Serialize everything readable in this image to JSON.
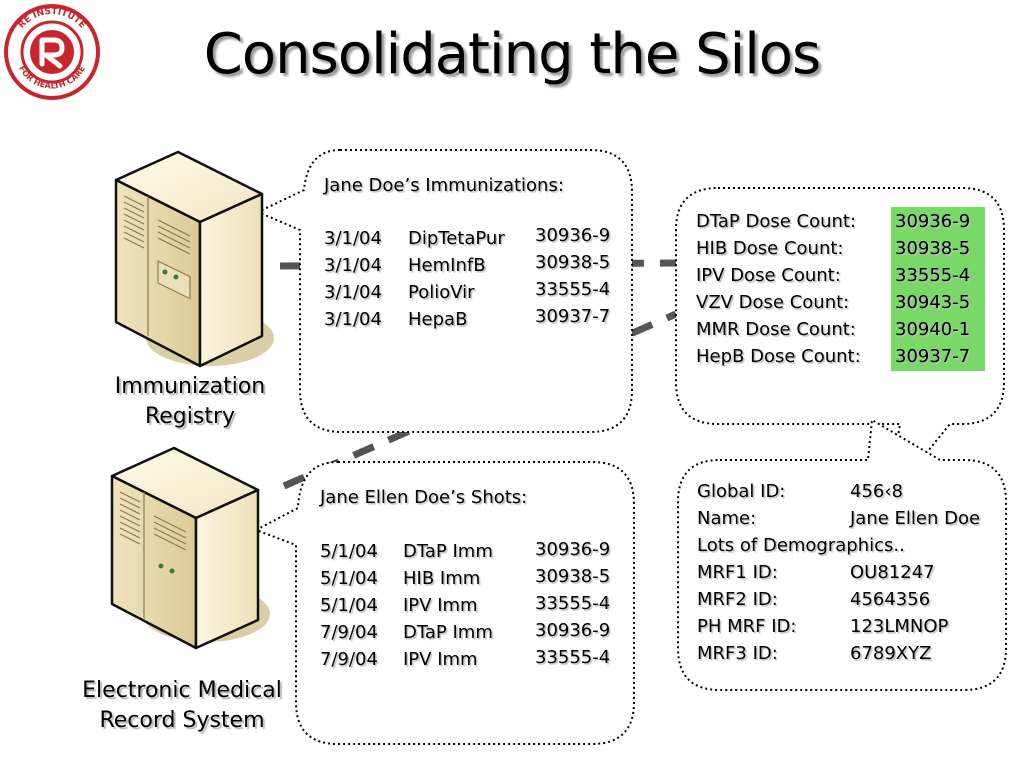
{
  "title": "Consolidating the Silos",
  "servers": [
    {
      "label_line1": "Immunization",
      "label_line2": "Registry"
    },
    {
      "label_line1": "Electronic Medical",
      "label_line2": "Record System"
    }
  ],
  "registry_box": {
    "heading": "Jane Doe’s Immunizations:",
    "rows": [
      {
        "date": "3/1/04",
        "vaccine": "DipTetaPur",
        "code": "30936-9"
      },
      {
        "date": "3/1/04",
        "vaccine": "HemInfB",
        "code": "30938-5"
      },
      {
        "date": "3/1/04",
        "vaccine": "PolioVir",
        "code": "33555-4"
      },
      {
        "date": "3/1/04",
        "vaccine": "HepaB",
        "code": "30937-7"
      }
    ]
  },
  "emr_box": {
    "heading": "Jane Ellen Doe’s Shots:",
    "rows": [
      {
        "date": "5/1/04",
        "vaccine": "DTaP Imm",
        "code": "30936-9"
      },
      {
        "date": "5/1/04",
        "vaccine": "HIB Imm",
        "code": "30938-5"
      },
      {
        "date": "5/1/04",
        "vaccine": "IPV Imm",
        "code": "33555-4"
      },
      {
        "date": "7/9/04",
        "vaccine": "DTaP Imm",
        "code": "30936-9"
      },
      {
        "date": "7/9/04",
        "vaccine": "IPV Imm",
        "code": "33555-4"
      }
    ]
  },
  "dose_box": {
    "rows": [
      {
        "label": "DTaP Dose Count:",
        "code": "30936-9"
      },
      {
        "label": "HIB Dose Count:",
        "code": "30938-5"
      },
      {
        "label": "IPV Dose Count:",
        "code": "33555-4"
      },
      {
        "label": "VZV Dose Count:",
        "code": "30943-5"
      },
      {
        "label": "MMR Dose Count:",
        "code": "30940-1"
      },
      {
        "label": "HepB Dose Count:",
        "code": "30937-7"
      }
    ],
    "highlight_color": "#78d967"
  },
  "id_box": {
    "rows": [
      {
        "label": "Global ID:",
        "value": "456‹8"
      },
      {
        "label": "Name:",
        "value": "Jane Ellen Doe"
      },
      {
        "label": "Lots of Demographics..",
        "value": ""
      },
      {
        "label": "MRF1 ID:",
        "value": "OU81247"
      },
      {
        "label": "MRF2 ID:",
        "value": "4564356"
      },
      {
        "label": "PH MRF ID:",
        "value": "123LMNOP"
      },
      {
        "label": "MRF3 ID:",
        "value": "6789XYZ"
      }
    ]
  },
  "logo": {
    "text_top": "RE INSTITUTE",
    "text_bottom": "FOR HEALTH CARE",
    "color": "#c8262c"
  }
}
